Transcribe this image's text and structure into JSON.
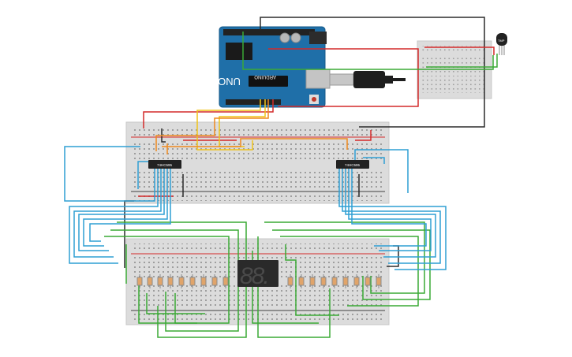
{
  "canvas": {
    "background": "#ffffff"
  },
  "colors": {
    "wire_black": "#2b2b2b",
    "wire_red": "#d42a2a",
    "wire_green": "#3aaa35",
    "wire_blue": "#2f9fd4",
    "wire_yellow": "#f0c419",
    "wire_orange": "#ee8a1f",
    "breadboard": "#dcdcdc",
    "arduino": "#1f6fa8"
  },
  "arduino": {
    "board_name": "Arduino Uno",
    "logo_text": "UNO",
    "brand_text": "ARDUINO"
  },
  "chips": {
    "left_label": "74HC595",
    "right_label": "74HC595"
  },
  "sensor": {
    "label": "TMP"
  },
  "display": {
    "digits": "88."
  }
}
